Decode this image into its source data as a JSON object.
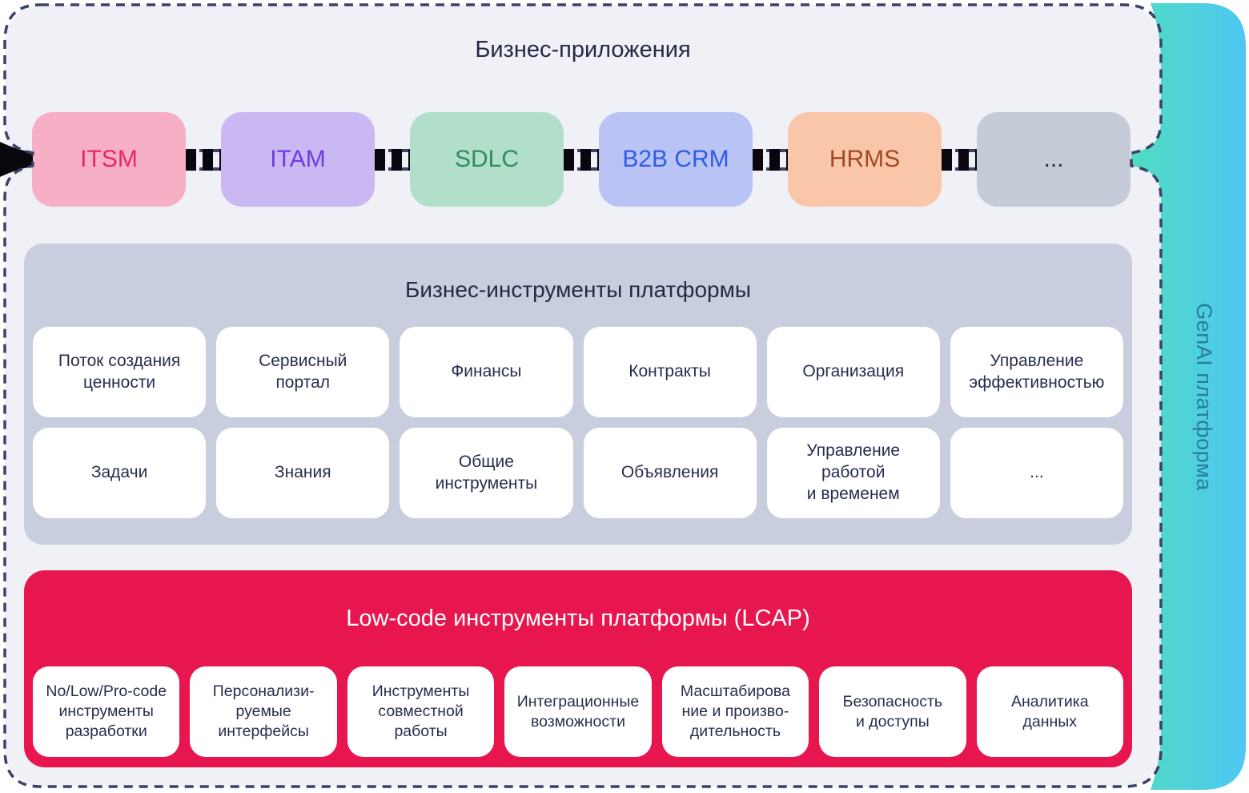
{
  "palette": {
    "panel_bg": "#EFF1F6",
    "border": "#3A4366",
    "connector": "#07070D",
    "tools_bg": "#C8CEDD",
    "lcap_bg": "#E8164F",
    "card_text": "#272E4D",
    "genai_text": "#2A7BA3",
    "genai_gradient_start": "#50DCC1",
    "genai_gradient_end": "#4EC7F3"
  },
  "genai_bar": {
    "label": "GenAI платформа"
  },
  "business_apps": {
    "title": "Бизнес-приложения",
    "items": [
      {
        "label": "ITSM",
        "bg": "#F6AFC4",
        "color": "#E72863"
      },
      {
        "label": "ITAM",
        "bg": "#C9B8F2",
        "color": "#6F3BE0"
      },
      {
        "label": "SDLC",
        "bg": "#B2DFC9",
        "color": "#2E8C5F"
      },
      {
        "label": "B2B CRM",
        "bg": "#B9C3F4",
        "color": "#2F5BE7"
      },
      {
        "label": "HRMS",
        "bg": "#FAC6A9",
        "color": "#A04A22"
      },
      {
        "label": "...",
        "bg": "#C6CBD8",
        "color": "#2A3150"
      }
    ]
  },
  "business_tools": {
    "title": "Бизнес-инструменты платформы",
    "row1": [
      "Поток создания\nценности",
      "Сервисный\nпортал",
      "Финансы",
      "Контракты",
      "Организация",
      "Управление\nэффективностью"
    ],
    "row2": [
      "Задачи",
      "Знания",
      "Общие\nинструменты",
      "Объявления",
      "Управление\nработой\nи временем",
      "..."
    ]
  },
  "lcap": {
    "title": "Low-code инструменты платформы (LCAP)",
    "items": [
      "No/Low/Pro-code\nинструменты\nразработки",
      "Персонализи-\nруемые\nинтерфейсы",
      "Инструменты\nсовместной\nработы",
      "Интеграционные\nвозможности",
      "Масштабирова\nние и произво-\nдительность",
      "Безопасность\nи доступы",
      "Аналитика\nданных"
    ]
  }
}
